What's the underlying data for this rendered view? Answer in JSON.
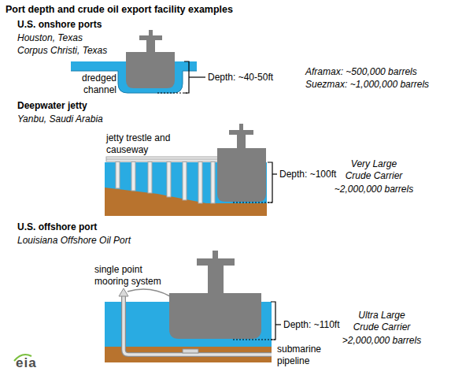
{
  "diagram": {
    "title": "Port depth and crude oil export facility examples",
    "labels": [
      "U.S. onshore ports",
      "Houston, Texas",
      "Corpus Christi, Texas",
      "dredged channel",
      "Depth: ~40-50ft",
      "Aframax: ~500,000 barrels",
      "Suezmax: ~1,000,000 barrels",
      "Deepwater jetty",
      "Yanbu, Saudi Arabia",
      "jetty trestle and causeway",
      "Depth: ~100ft",
      "Very Large Crude Carrier",
      "~2,000,000 barrels",
      "U.S. offshore port",
      "Louisiana Offshore Oil Port",
      "single point mooring system",
      "Depth: ~110ft",
      "Ultra Large Crude Carrier",
      ">2,000,000 barrels",
      "submarine pipeline",
      "eia"
    ]
  }
}
